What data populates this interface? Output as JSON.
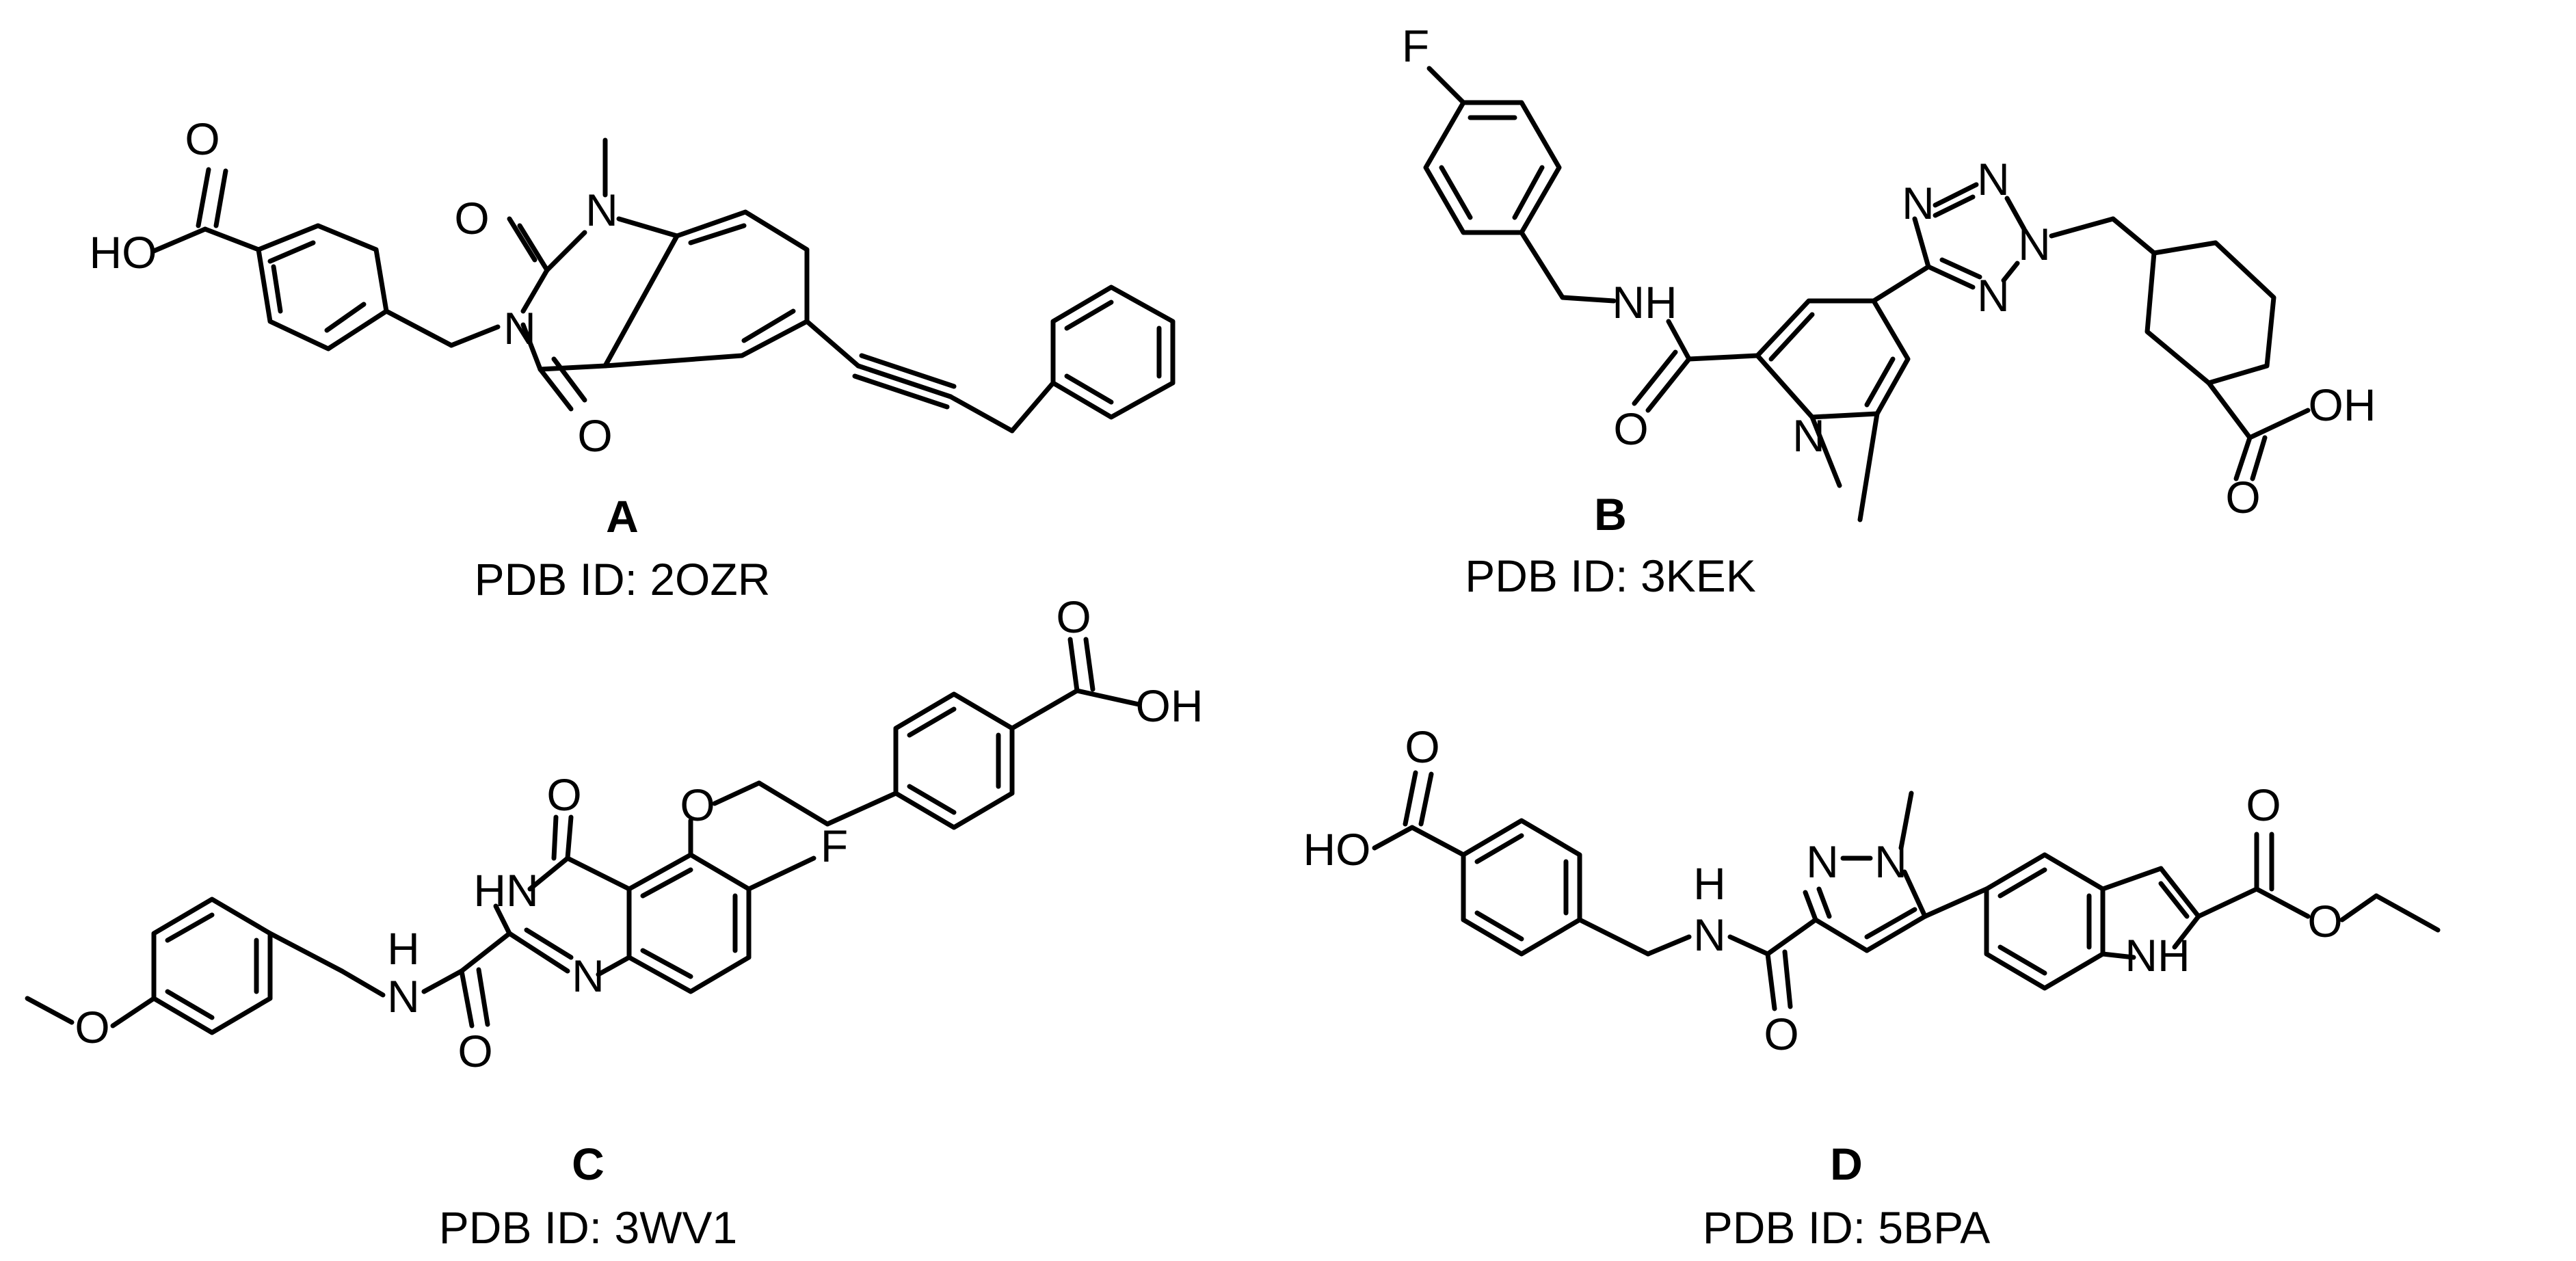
{
  "compounds": [
    {
      "letter": "A",
      "pdb": "PDB ID: 2OZR",
      "atoms": {
        "o_acid": "O",
        "ho": "HO",
        "o_top": "O",
        "n_methyl": "N",
        "n_benzyl": "N",
        "o_bottom": "O"
      }
    },
    {
      "letter": "B",
      "pdb": "PDB ID: 3KEK",
      "atoms": {
        "f": "F",
        "nh": "NH",
        "o_amide": "O",
        "n_pyr": "N",
        "n1": "N",
        "n2": "N",
        "n3": "N",
        "n4": "N",
        "o_acid": "O",
        "oh": "OH"
      }
    },
    {
      "letter": "C",
      "pdb": "PDB ID: 3WV1",
      "atoms": {
        "o_methoxy": "O",
        "h": "H",
        "n_amide": "N",
        "o_amide": "O",
        "hn": "HN",
        "o_keto": "O",
        "n_ring": "N",
        "o_ether": "O",
        "f": "F",
        "o_acid": "O",
        "oh": "OH"
      }
    },
    {
      "letter": "D",
      "pdb": "PDB ID: 5BPA",
      "atoms": {
        "o_acid": "O",
        "ho": "HO",
        "h": "H",
        "n_amide": "N",
        "o_amide": "O",
        "n_pz1": "N",
        "n_pz2": "N",
        "nh": "NH",
        "o_ester1": "O",
        "o_ester2": "O"
      }
    }
  ]
}
